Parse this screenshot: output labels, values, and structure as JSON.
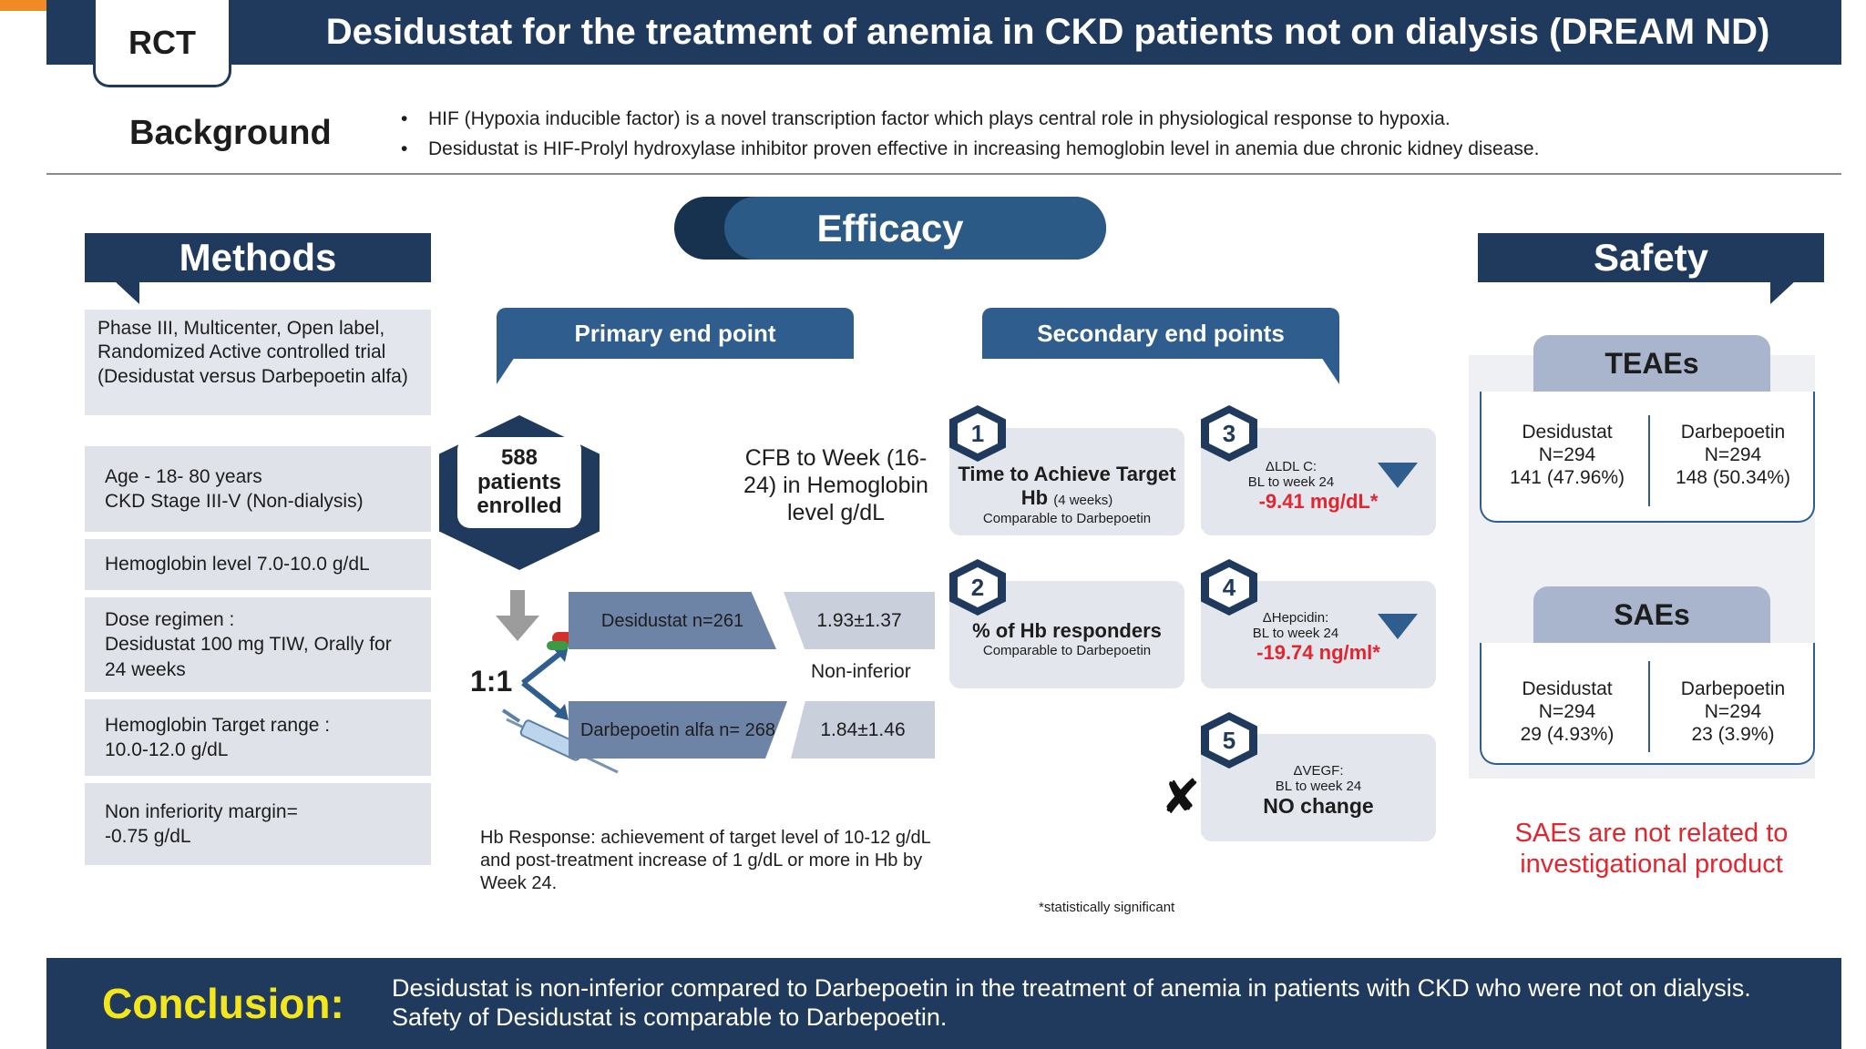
{
  "header": {
    "tag": "RCT",
    "title": "Desidustat for the treatment of anemia in CKD patients not on dialysis (DREAM ND)"
  },
  "background": {
    "label": "Background",
    "bullets": [
      "HIF (Hypoxia inducible factor) is a novel transcription factor which plays central role in physiological response to hypoxia.",
      "Desidustat is HIF-Prolyl hydroxylase inhibitor proven effective in increasing hemoglobin level in anemia due chronic kidney disease."
    ]
  },
  "methods": {
    "title": "Methods",
    "design": "Phase III, Multicenter, Open label, Randomized Active controlled trial (Desidustat versus Darbepoetin alfa)",
    "items": [
      "Age - 18- 80 years\nCKD Stage III-V (Non-dialysis)",
      "Hemoglobin level 7.0-10.0 g/dL",
      "Dose regimen :\nDesidustat 100 mg TIW, Orally for 24 weeks",
      "Hemoglobin Target range :\n10.0-12.0 g/dL",
      "Non inferiority margin=\n-0.75 g/dL"
    ]
  },
  "efficacy": {
    "title": "Efficacy",
    "primary_title": "Primary end point",
    "secondary_title": "Secondary  end points",
    "enrolled": "588 patients enrolled",
    "cfb": "CFB to Week (16-24) in Hemoglobin level g/dL",
    "ratio": "1:1",
    "arm1_name": "Desidustat n=261",
    "arm1_value": "1.93±1.37",
    "non_inferior": "Non-inferior",
    "arm2_name": "Darbepoetin alfa n= 268",
    "arm2_value": "1.84±1.46",
    "hb_response": "Hb Response: achievement of target level of 10-12 g/dL and post-treatment increase of 1 g/dL or more in Hb by Week 24.",
    "footnote": "*statistically significant",
    "endpoints": [
      {
        "num": "1",
        "title": "Time to Achieve Target Hb",
        "suffix": "(4 weeks)",
        "sub": "Comparable to Darbepoetin"
      },
      {
        "num": "2",
        "title": "% of Hb responders",
        "sub": "Comparable to Darbepoetin"
      },
      {
        "num": "3",
        "label": "ΔLDL C:",
        "period": "BL to week 24",
        "value": "-9.41 mg/dL*"
      },
      {
        "num": "4",
        "label": "ΔHepcidin:",
        "period": "BL to week 24",
        "value": "-19.74 ng/ml*"
      },
      {
        "num": "5",
        "label": "ΔVEGF:",
        "period": "BL to week 24",
        "value": "NO change"
      }
    ]
  },
  "safety": {
    "title": "Safety",
    "teaes": {
      "label": "TEAEs",
      "left": {
        "name": "Desidustat",
        "n": "N=294",
        "value": "141 (47.96%)"
      },
      "right": {
        "name": "Darbepoetin",
        "n": "N=294",
        "value": "148 (50.34%)"
      }
    },
    "saes": {
      "label": "SAEs",
      "left": {
        "name": "Desidustat",
        "n": "N=294",
        "value": "29 (4.93%)"
      },
      "right": {
        "name": "Darbepoetin",
        "n": "N=294",
        "value": "23 (3.9%)"
      }
    },
    "note": "SAEs are not related to investigational product"
  },
  "conclusion": {
    "label": "Conclusion:",
    "text": "Desidustat is non-inferior compared to Darbepoetin in the treatment of anemia in patients with CKD who were not on dialysis. Safety of Desidustat is comparable to Darbepoetin."
  },
  "colors": {
    "navy": "#1f3a5c",
    "accent_blue": "#2e5d8e",
    "significant_red": "#e0262e",
    "conclusion_yellow": "#f4e61c",
    "orange": "#f08a24"
  }
}
